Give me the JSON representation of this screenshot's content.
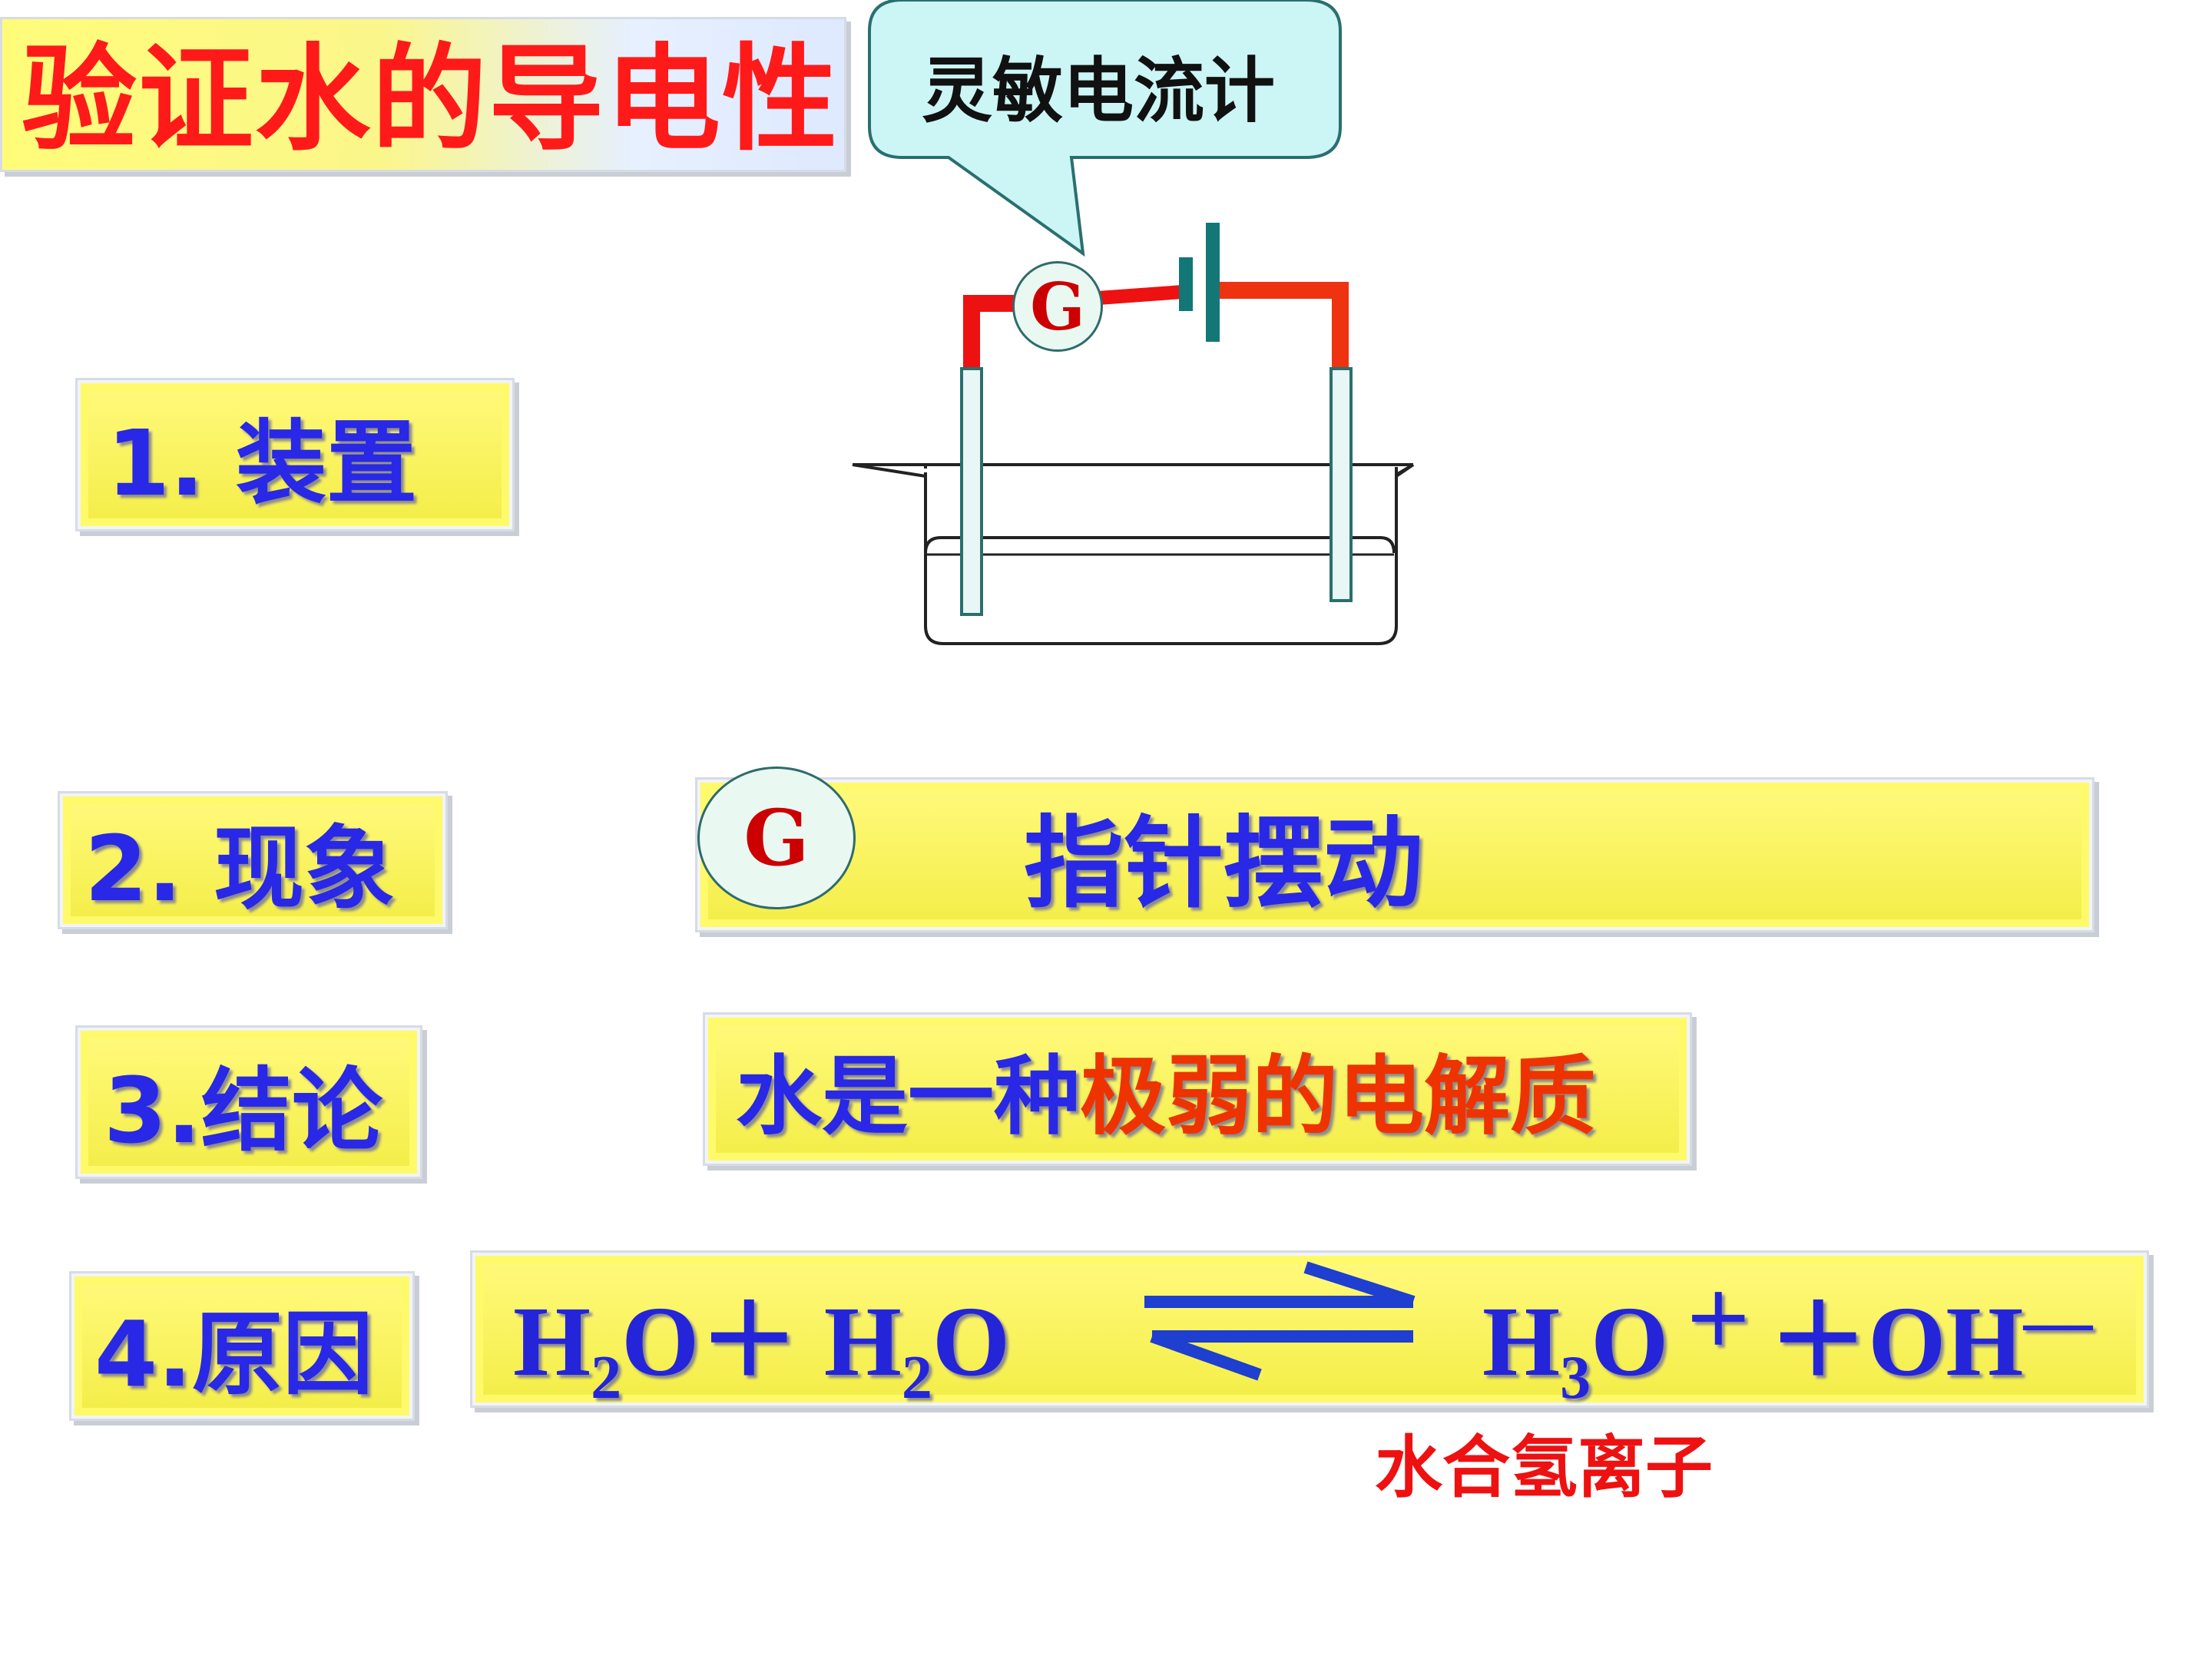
{
  "title": "验证水的导电性",
  "callout": "灵敏电流计",
  "galvanometer_symbol": "G",
  "sections": {
    "apparatus": "1. 装置",
    "phenomenon": "2. 现象",
    "conclusion": "3.结论",
    "reason": "4.原因"
  },
  "phenomenon_text": "指针摆动",
  "conclusion_text": {
    "part1": "水是一种",
    "part2": "极弱的",
    "part3": "电解质"
  },
  "equation": {
    "left": {
      "h": "H",
      "sub": "2",
      "o": "O",
      "plus": "＋",
      "h2": " H",
      "sub2": "2",
      "o2": "O"
    },
    "right": {
      "h": "H",
      "sub": "3",
      "o": "O",
      "sup": "＋",
      "plus": "＋OH",
      "minus": "—"
    }
  },
  "hydronium_label": "水合氢离子",
  "colors": {
    "title_red": "#ff1a1a",
    "label_blue": "#2828e6",
    "wire_red": "#ee1111",
    "battery_teal": "#137777",
    "highlight_red": "#ee3300",
    "box_yellow": "#fff97a"
  }
}
